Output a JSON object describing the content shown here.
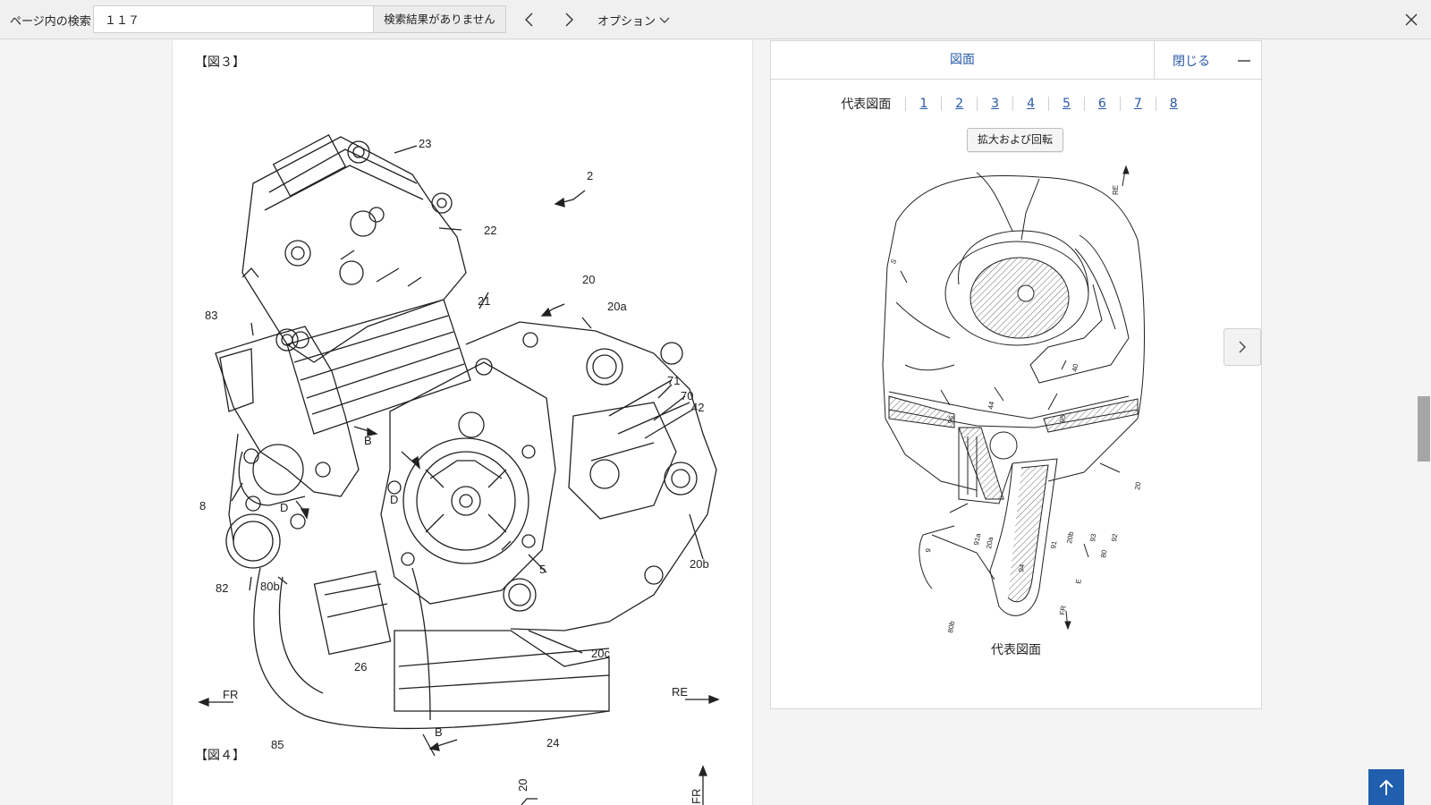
{
  "findbar": {
    "label": "ページ内の検索",
    "query": "１１７",
    "result": "検索結果がありません",
    "options_label": "オプション",
    "icons": {
      "prev": "chevron-left-icon",
      "next": "chevron-right-icon",
      "options": "chevron-down-icon",
      "close": "close-icon"
    }
  },
  "document": {
    "fig3_label": "【図３】",
    "fig4_label": "【図４】",
    "fig3_labels": {
      "n2": "2",
      "n23": "23",
      "n22": "22",
      "n20": "20",
      "n20a": "20a",
      "n21": "21",
      "n83": "83",
      "n71": "71",
      "n70": "70",
      "n42": "42",
      "nB1": "B",
      "nD1": "D",
      "nD2": "D",
      "n8": "8",
      "n5": "5",
      "n20b": "20b",
      "n82": "82",
      "n80b": "80b",
      "n26": "26",
      "n20c": "20c",
      "nFR": "FR",
      "nRE": "RE",
      "n85": "85",
      "nB2": "B",
      "n24": "24"
    },
    "fig4_labels": {
      "n20": "20",
      "nFR": "FR"
    }
  },
  "panel": {
    "tab_label": "図面",
    "close_label": "閉じる",
    "rep_label": "代表図面",
    "figure_links": [
      "1",
      "2",
      "3",
      "4",
      "5",
      "6",
      "7",
      "8"
    ],
    "zoom_button": "拡大および回転",
    "caption": "代表図面",
    "drawing_labels": {
      "RE": "RE",
      "S": "S",
      "n40": "40",
      "n96": "96",
      "n44": "44",
      "n95": "95",
      "n20": "20",
      "n9": "9",
      "n91a": "91a",
      "n20a": "20a",
      "n91": "91",
      "n20b": "20b",
      "n93": "93",
      "n92": "92",
      "n80": "80",
      "n94": "94",
      "E": "E",
      "FR": "FR",
      "n80b": "80b"
    },
    "icons": {
      "minimize": "minus-icon",
      "next": "chevron-right-icon"
    }
  },
  "page": {
    "to_top_icon": "arrow-up-icon",
    "accent_color": "#1f5fad"
  }
}
